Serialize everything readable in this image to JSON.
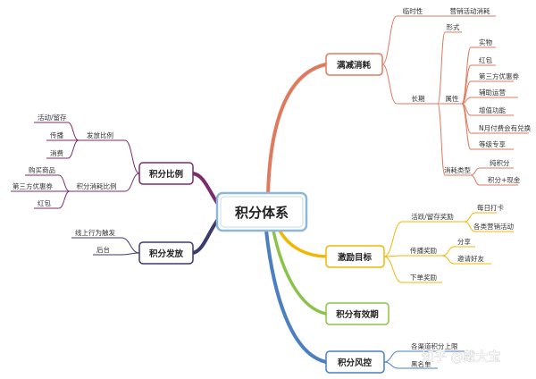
{
  "center": "积分体系",
  "branches": {
    "manjian": {
      "label": "满减消耗",
      "color": "#e07a5f",
      "temporary": {
        "label": "临时性",
        "child": "营销活动消耗"
      },
      "longterm": {
        "label": "长期",
        "form": "形式",
        "attribute": {
          "label": "属性",
          "items": [
            "实物",
            "红包",
            "第三方优惠券",
            "辅助运营",
            "增值功能",
            "N月付费会有兑换",
            "等级专享"
          ]
        },
        "consume_type": {
          "label": "消耗类型",
          "items": [
            "纯积分",
            "积分+现金"
          ]
        }
      }
    },
    "jili": {
      "label": "激励目标",
      "color": "#f2b705",
      "active": {
        "label": "活跃/留存奖励",
        "items": [
          "每日打卡",
          "各类营销活动"
        ]
      },
      "spread": {
        "label": "传播奖励",
        "items": [
          "分享",
          "邀请好友"
        ]
      },
      "order": {
        "label": "下单奖励"
      }
    },
    "youxiao": {
      "label": "积分有效期",
      "color": "#8bc34a"
    },
    "fengkong": {
      "label": "积分风控",
      "color": "#4a7fc1",
      "items": [
        "各渠道积分上限",
        "黑名单"
      ]
    },
    "bili": {
      "label": "积分比例",
      "color": "#7b2d6b",
      "issue_ratio": {
        "label": "发放比例",
        "items": [
          "活动/留存",
          "传播",
          "消费"
        ]
      },
      "consume_ratio": {
        "label": "积分消耗比例",
        "items": [
          "购买商品",
          "第三方优惠券",
          "红包"
        ]
      }
    },
    "fafang": {
      "label": "积分发放",
      "color": "#3b3b6e",
      "items": [
        "线上行为触发",
        "后台"
      ]
    }
  },
  "watermark": "知乎 @戴大宝"
}
